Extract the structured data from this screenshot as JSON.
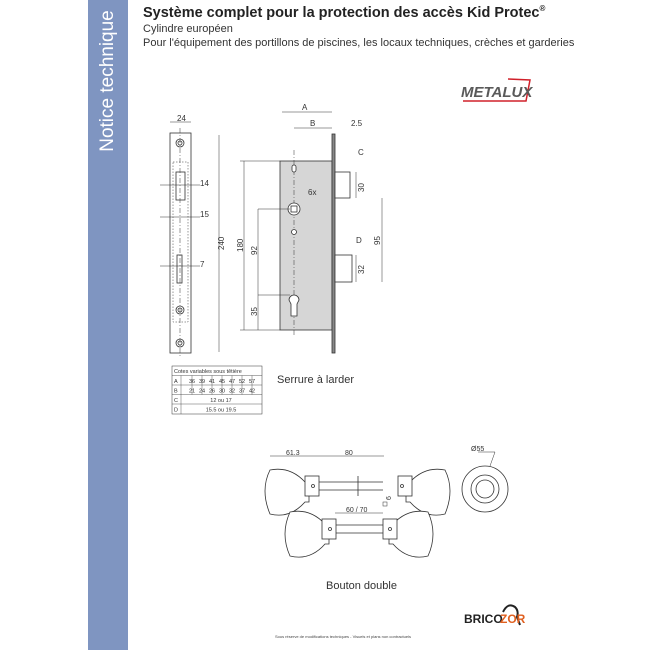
{
  "sidebar": {
    "title": "Notice technique",
    "color": "#7f95c1"
  },
  "header": {
    "title": "Système complet pour la protection des accès Kid Protec",
    "title_mark": "®",
    "subtitle1": "Cylindre européen",
    "subtitle2": "Pour l'équipement des portillons de piscines, les locaux techniques, crèches et garderies"
  },
  "brand_logo": {
    "text": "METALUX",
    "color": "#555555",
    "accent": "#d0202a"
  },
  "lock_drawing": {
    "dims": {
      "faceplate_width": "24",
      "length": "240",
      "body_height": "180",
      "a": "A",
      "b": "B",
      "plate": "2.5",
      "c": "C",
      "latch": "30",
      "roller": "14",
      "roller_gap": "15",
      "slot": "7",
      "spindle": "92",
      "square": "6x",
      "d": "D",
      "bolt_dist": "95",
      "bolt": "32",
      "cylinder": "35"
    },
    "caption": "Serrure à larder"
  },
  "table": {
    "header": "Cotes variables sous têtière",
    "rows": [
      {
        "label": "A",
        "values": [
          "36",
          "39",
          "41",
          "45",
          "47",
          "52",
          "57"
        ]
      },
      {
        "label": "B",
        "values": [
          "21",
          "24",
          "26",
          "30",
          "32",
          "37",
          "42"
        ]
      },
      {
        "label": "C",
        "span": "12 ou 17"
      },
      {
        "label": "D",
        "span": "15.5 ou 19.5"
      }
    ]
  },
  "knob_drawing": {
    "dims": {
      "knob": "61.3",
      "spindle": "80",
      "square": "6",
      "spindle_short": "60 / 70",
      "diameter": "Ø55"
    },
    "caption": "Bouton double"
  },
  "footer": {
    "note": "Sous réserve de modifications techniques - Visuels et plans non contractuels",
    "logo_text_1": "BRICO",
    "logo_text_2": "ZOR"
  }
}
